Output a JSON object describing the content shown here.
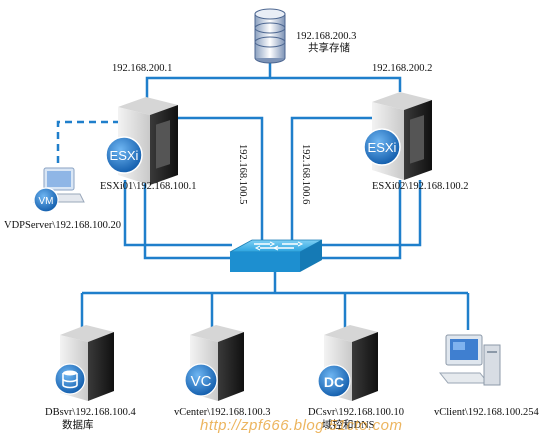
{
  "storage": {
    "ip": "192.168.200.3",
    "label": "共享存储"
  },
  "links": {
    "esxi01_storage_ip": "192.168.200.1",
    "esxi02_storage_ip": "192.168.200.2",
    "esxi01_vmotion_ip": "192.168.100.5",
    "esxi02_vmotion_ip": "192.168.100.6"
  },
  "hosts": {
    "esxi01": {
      "badge": "ESXi",
      "label": "ESXi01\\192.168.100.1"
    },
    "esxi02": {
      "badge": "ESXi",
      "label": "ESXi02\\192.168.100.2"
    }
  },
  "vm": {
    "badge": "VM",
    "label": "VDPServer\\192.168.100.20"
  },
  "servers": [
    {
      "label": "DBsvr\\192.168.100.4",
      "sub": "数据库"
    },
    {
      "badge": "VC",
      "label": "vCenter\\192.168.100.3",
      "sub": ""
    },
    {
      "badge": "DC",
      "label": "DCsvr\\192.168.100.10",
      "sub": "域控和DNS"
    },
    {
      "label": "vClient\\192.168.100.254",
      "sub": ""
    }
  ],
  "watermark": "http://zpf666.blog.51cto.com",
  "colors": {
    "line": "#1f7fcb",
    "switch": "#2aa3e0",
    "server_dark": "#2b2b2b",
    "badge": "#1a6fc4"
  }
}
